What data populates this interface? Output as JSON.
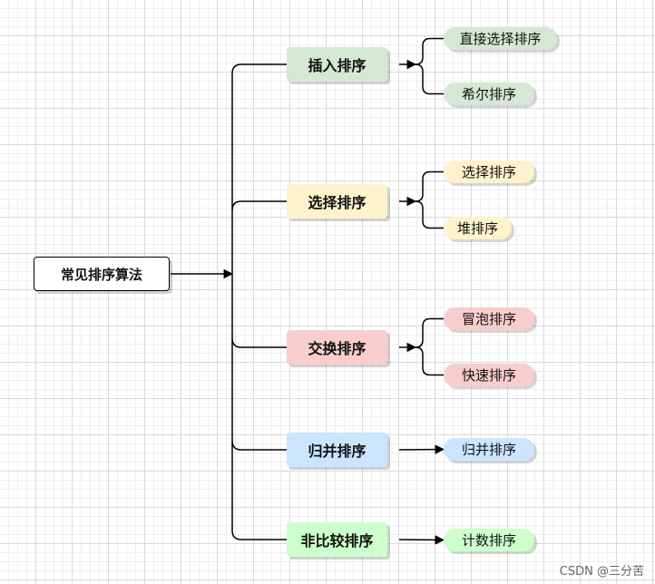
{
  "diagram": {
    "root": "常见排序算法",
    "groups": [
      {
        "label": "插入排序",
        "color": "#d5e8d4",
        "children": [
          "直接选择排序",
          "希尔排序"
        ]
      },
      {
        "label": "选择排序",
        "color": "#fff2cc",
        "children": [
          "选择排序",
          "堆排序"
        ]
      },
      {
        "label": "交换排序",
        "color": "#f8cecc",
        "children": [
          "冒泡排序",
          "快速排序"
        ]
      },
      {
        "label": "归并排序",
        "color": "#cce5ff",
        "children": [
          "归并排序"
        ]
      },
      {
        "label": "非比较排序",
        "color": "#ccffcc",
        "children": [
          "计数排序"
        ]
      }
    ]
  },
  "watermark": "CSDN @三分苦"
}
